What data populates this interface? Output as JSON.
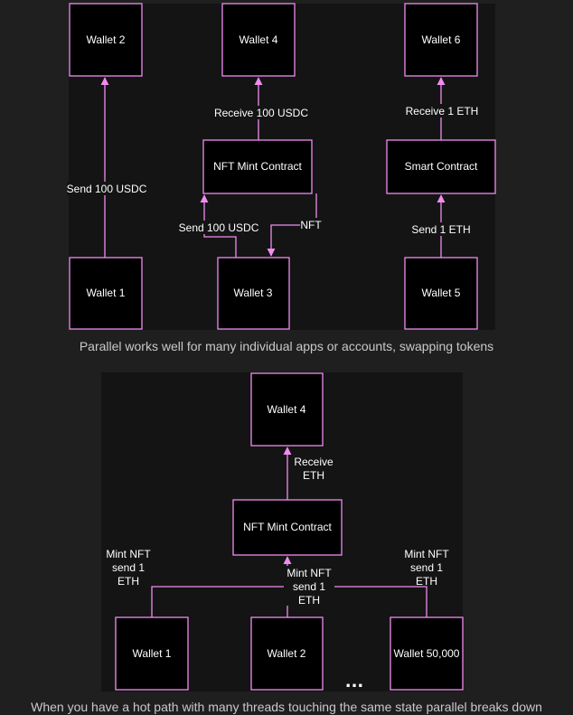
{
  "top_diagram": {
    "boxes": {
      "wallet_2": "Wallet 2",
      "wallet_4": "Wallet 4",
      "wallet_6": "Wallet 6",
      "nft_mint_contract": "NFT Mint Contract",
      "smart_contract": "Smart Contract",
      "wallet_1": "Wallet 1",
      "wallet_3": "Wallet 3",
      "wallet_5": "Wallet 5"
    },
    "edges": {
      "wallet1_to_wallet2": "Send 100 USDC",
      "contract_to_wallet4": "Receive 100 USDC",
      "wallet3_to_contract": "Send 100 USDC",
      "contract_to_wallet3": "NFT",
      "smart_to_wallet6": "Receive 1 ETH",
      "wallet5_to_smart": "Send 1 ETH"
    },
    "caption": "Parallel works well for many individual apps or accounts, swapping tokens"
  },
  "bottom_diagram": {
    "boxes": {
      "wallet_4": "Wallet 4",
      "nft_mint_contract": "NFT Mint Contract",
      "wallet_1": "Wallet 1",
      "wallet_2": "Wallet 2",
      "wallet_50000": "Wallet 50,000"
    },
    "edges": {
      "contract_to_wallet4": [
        "Receive",
        "ETH"
      ],
      "wallet1_mint": [
        "Mint NFT",
        "send 1",
        "ETH"
      ],
      "wallet2_mint": [
        "Mint NFT",
        "send 1",
        "ETH"
      ],
      "wallet50000_mint": [
        "Mint NFT",
        "send 1",
        "ETH"
      ]
    },
    "ellipsis": "...",
    "caption": "When you have a hot path with many threads touching the same state parallel breaks down"
  },
  "colors": {
    "background": "#1f1f1f",
    "panel": "#141414",
    "box_fill": "#000000",
    "accent": "#f08cf0",
    "text": "#ffffff",
    "caption": "#c9c9c9"
  }
}
